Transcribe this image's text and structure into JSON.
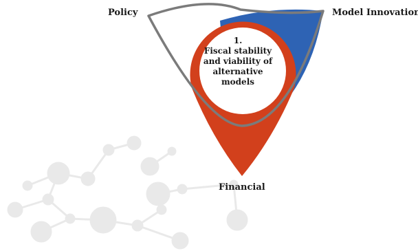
{
  "diagram": {
    "labels": {
      "policy": "Policy",
      "model_innovation": "Model Innovation",
      "financial": "Financial"
    },
    "center": {
      "number": "1.",
      "lines": [
        "Fiscal stability",
        "and viability of",
        "alternative",
        "models"
      ]
    },
    "colors": {
      "financial_fill": "#d2401c",
      "model_innovation_fill": "#2e63b4",
      "policy_outline": "#7b7b7b",
      "center_circle": "#ffffff",
      "molecule": "#e3e3e3"
    }
  }
}
